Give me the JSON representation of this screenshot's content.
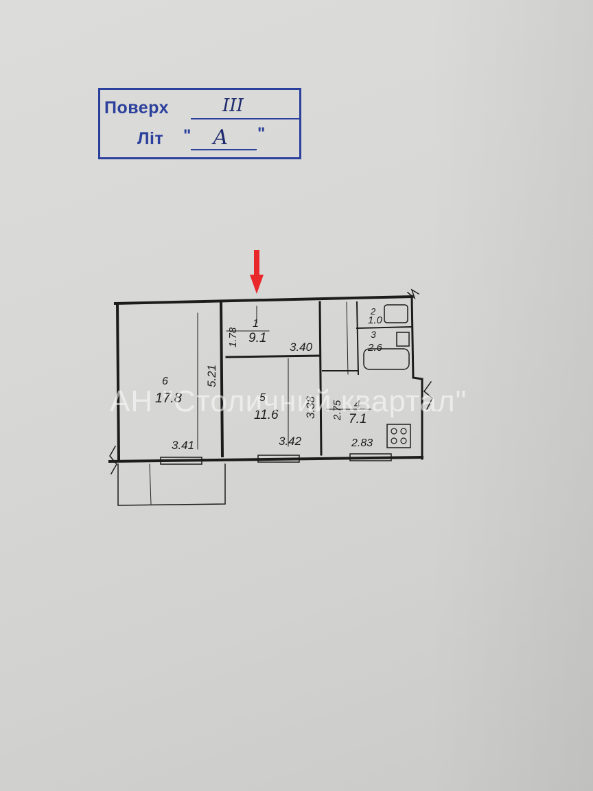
{
  "stamp": {
    "floor_label": "Поверх",
    "floor_value": "III",
    "lit_label": "Літ",
    "lit_value": "А",
    "quote_open": "\"",
    "quote_close": "\""
  },
  "rooms": [
    {
      "number": "1",
      "area": "9.1"
    },
    {
      "number": "2",
      "area": "1.0"
    },
    {
      "number": "3",
      "area": "2.6"
    },
    {
      "number": "4",
      "area": "7.1"
    },
    {
      "number": "5",
      "area": "11.6"
    },
    {
      "number": "6",
      "area": "17.8"
    }
  ],
  "dimensions": {
    "room1_side": "1.78",
    "room1_width": "3.40",
    "room6_height": "5.21",
    "room6_width": "3.41",
    "room5_height": "3.38",
    "room5_width": "3.42",
    "room4_height": "2.75",
    "room4_width": "2.83"
  },
  "watermark": "АН \"Столичний квартал\"",
  "colors": {
    "stamp": "#2b3f9c",
    "arrow": "#e8282a",
    "ink": "#1c1c1c"
  }
}
